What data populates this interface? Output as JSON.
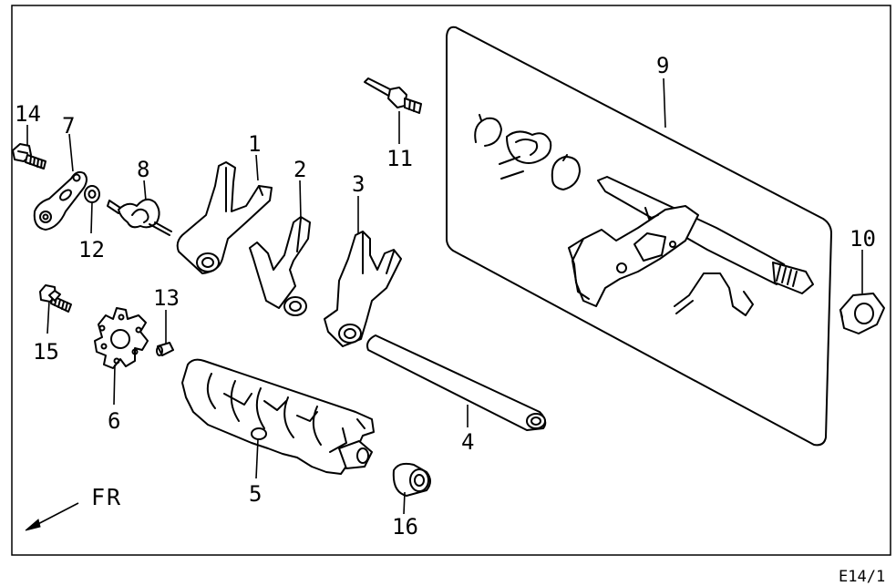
{
  "diagram": {
    "drawing_code": "E14/1",
    "direction_label": "FR",
    "callouts": [
      {
        "id": "c1",
        "text": "1"
      },
      {
        "id": "c2",
        "text": "2"
      },
      {
        "id": "c3",
        "text": "3"
      },
      {
        "id": "c4",
        "text": "4"
      },
      {
        "id": "c5",
        "text": "5"
      },
      {
        "id": "c6",
        "text": "6"
      },
      {
        "id": "c7",
        "text": "7"
      },
      {
        "id": "c8",
        "text": "8"
      },
      {
        "id": "c9",
        "text": "9"
      },
      {
        "id": "c10",
        "text": "10"
      },
      {
        "id": "c11",
        "text": "11"
      },
      {
        "id": "c12",
        "text": "12"
      },
      {
        "id": "c13",
        "text": "13"
      },
      {
        "id": "c14",
        "text": "14"
      },
      {
        "id": "c15",
        "text": "15"
      },
      {
        "id": "c16",
        "text": "16"
      }
    ]
  }
}
